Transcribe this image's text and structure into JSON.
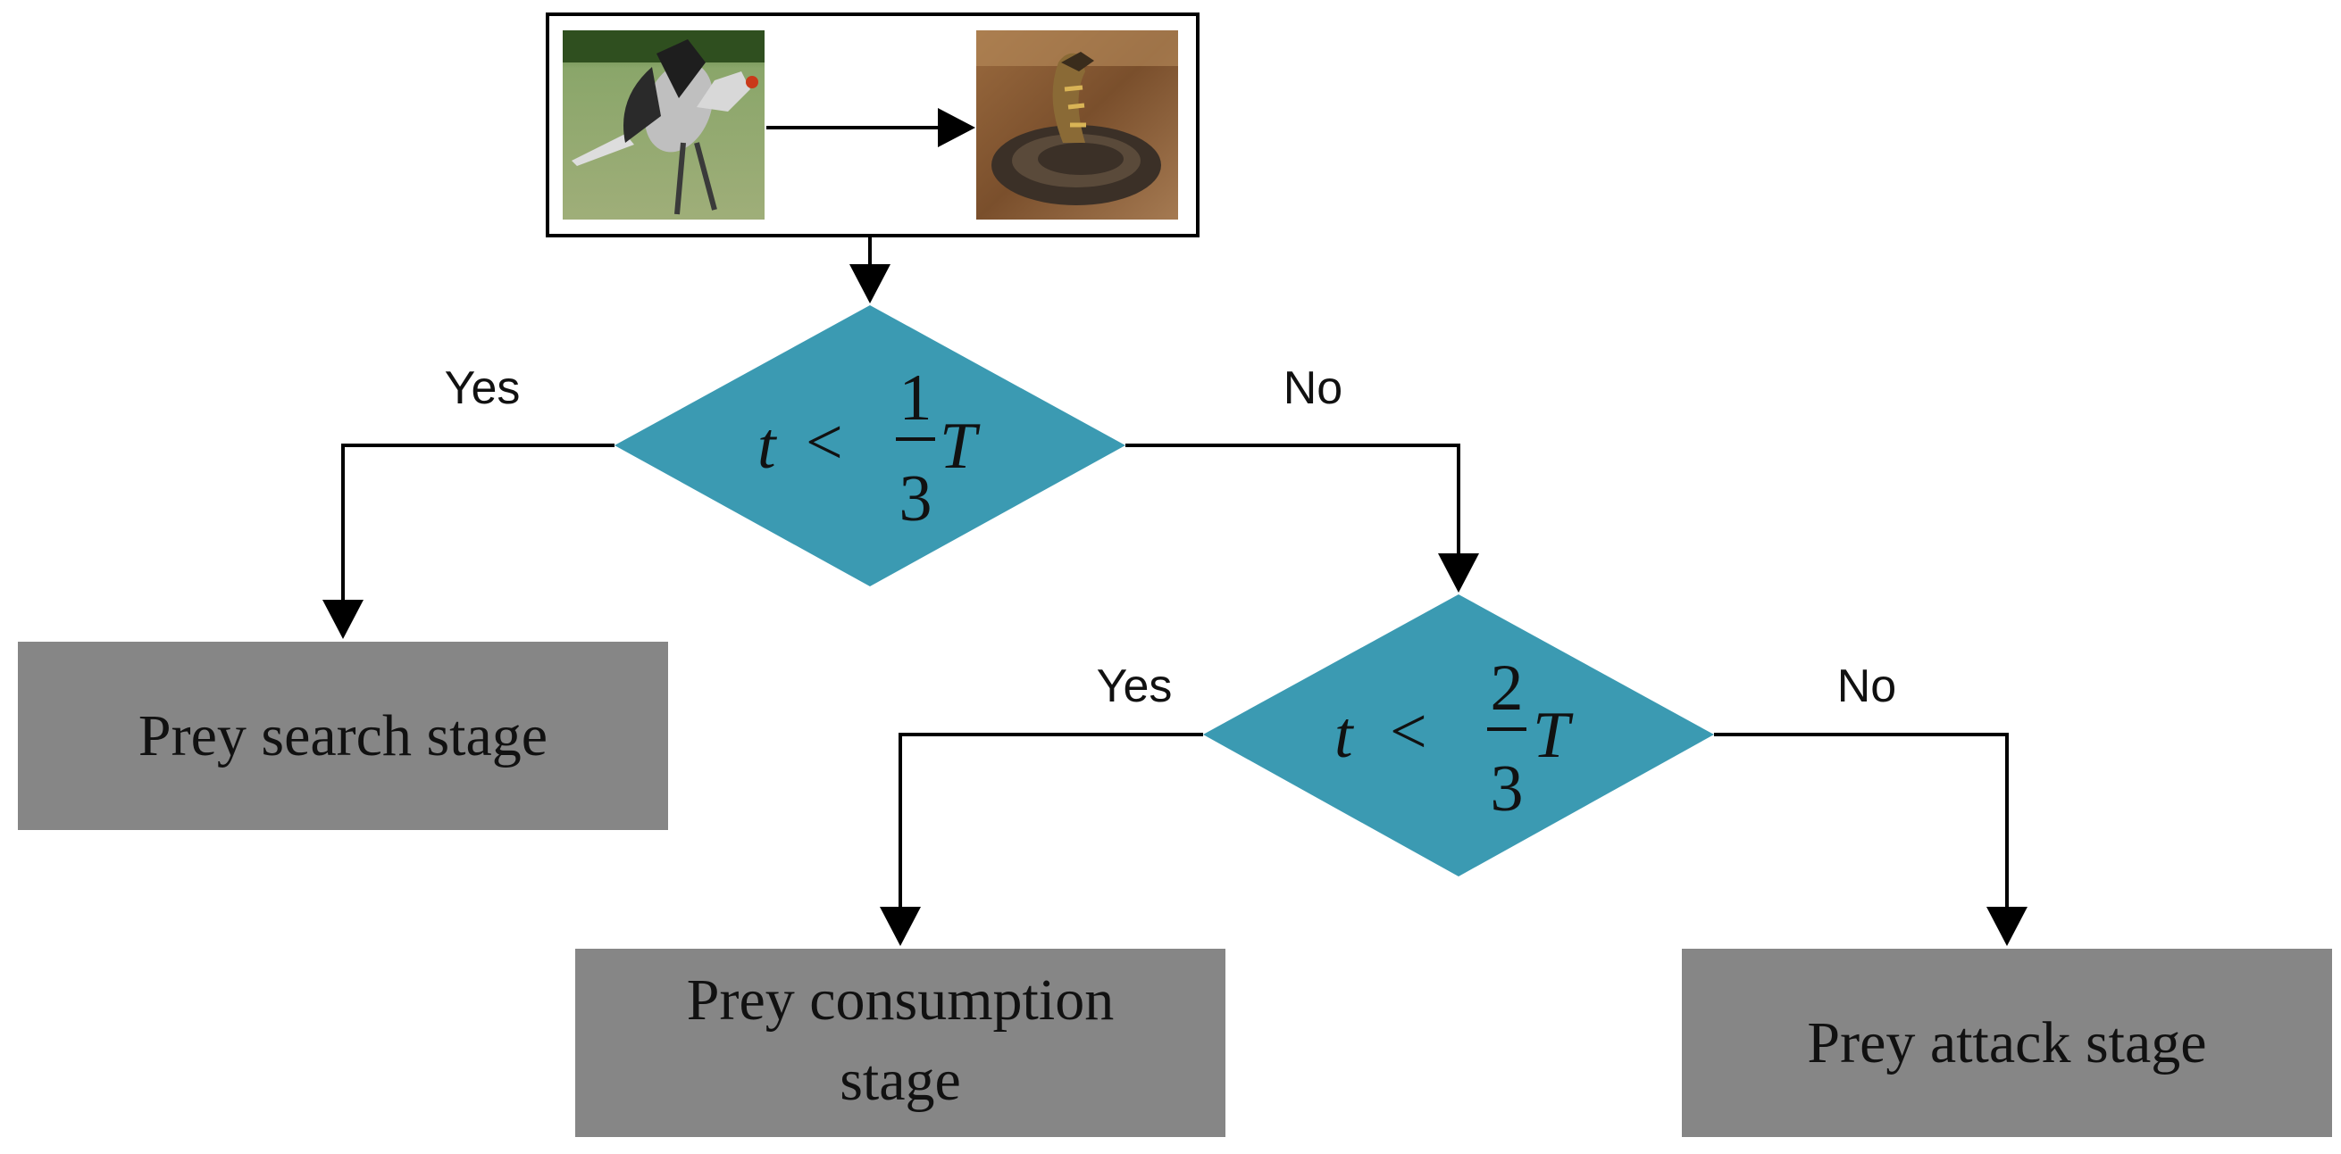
{
  "image_panel": {
    "bird_icon": "secretary-bird-photo",
    "snake_icon": "snake-photo"
  },
  "decision1": {
    "var": "t",
    "op": "<",
    "num": "1",
    "den": "3",
    "tail": "T"
  },
  "decision2": {
    "var": "t",
    "op": "<",
    "num": "2",
    "den": "3",
    "tail": "T"
  },
  "branches": {
    "d1_yes": "Yes",
    "d1_no": "No",
    "d2_yes": "Yes",
    "d2_no": "No"
  },
  "stages": {
    "search": "Prey search stage",
    "consumption_line1": "Prey consumption",
    "consumption_line2": "stage",
    "attack": "Prey attack stage"
  },
  "colors": {
    "diamond": "#3b9ab2",
    "stage_box": "#868686",
    "line": "#000000"
  }
}
